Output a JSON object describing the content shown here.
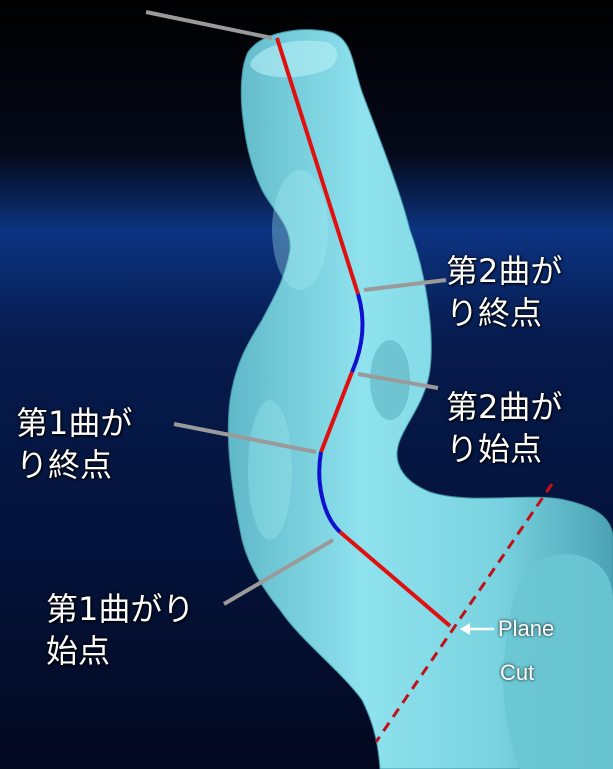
{
  "labels": {
    "bend2_end": "第2曲が\nり終点",
    "bend2_start": "第2曲が\nり始点",
    "bend1_end": "第1曲が\nり終点",
    "bend1_start": "第1曲がり\n始点",
    "plane_cut_line1": "Plane",
    "plane_cut_line2": "Cut"
  },
  "colors": {
    "background_dark": "#03040a",
    "background_band": "#0a2e74",
    "vessel": "#7fd6e2",
    "vessel_shade": "#4ea9b8",
    "centerline_straight": "#e01010",
    "centerline_curve": "#1010d0",
    "pointer_line": "#9a9a9a"
  },
  "icons": {
    "plane_cut_arrow": "left-arrow-icon"
  }
}
